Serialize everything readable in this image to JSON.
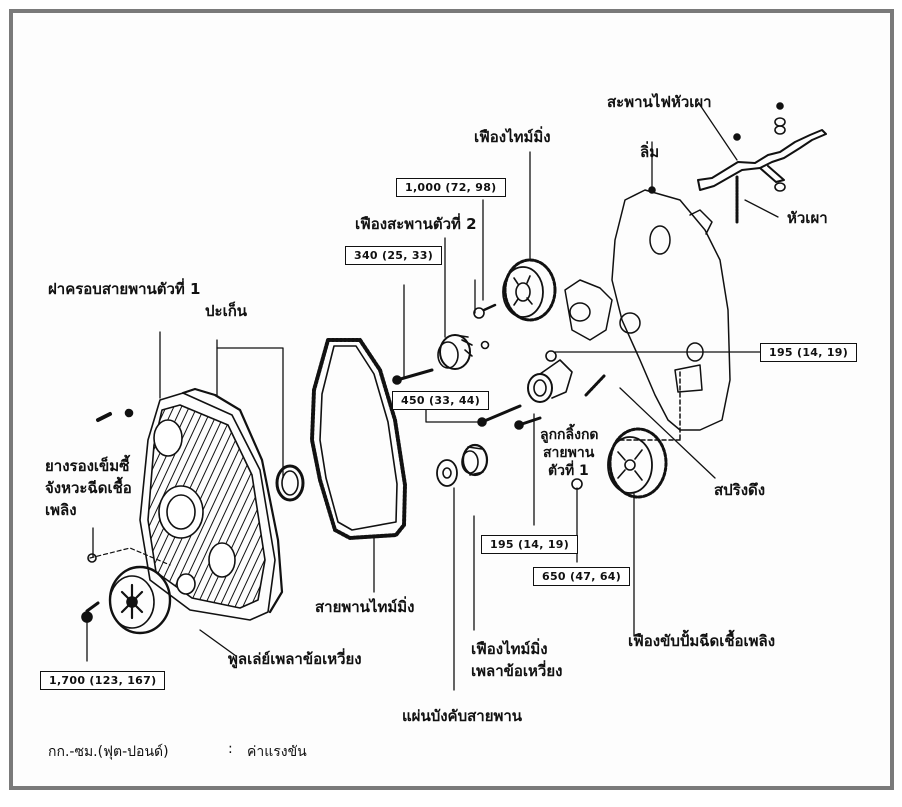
{
  "diagram": {
    "title": "Timing belt components (exploded view)",
    "labels": {
      "glow_plug_bus_bar": "สะพานไฟหัวเผา",
      "shim": "ลิ่ม",
      "glow_plug": "หัวเผา",
      "camshaft_timing_gear": "เฟืองไทม์มิ่ง",
      "idler_pulley_2": "เฟืองสะพานตัวที่ 2",
      "timing_belt_cover_1": "ฝาครอบสายพานตัวที่ 1",
      "gasket": "ปะเก็น",
      "injection_pipe_grommet_line1": "ยางรองเข็มซี้",
      "injection_pipe_grommet_line2": "จังหวะฉีดเชื้อ",
      "injection_pipe_grommet_line3": "เพลิง",
      "tensioner_line1": "ลูกกลิ้งกด",
      "tensioner_line2": "สายพาน",
      "tensioner_line3": "ตัวที่ 1",
      "tension_spring": "สปริงดึง",
      "timing_belt": "สายพานไทม์มิ่ง",
      "crankshaft_pulley": "พูลเล่ย์เพลาข้อเหวี่ยง",
      "crankshaft_timing_gear_line1": "เฟืองไทม์มิ่ง",
      "crankshaft_timing_gear_line2": "เพลาข้อเหวี่ยง",
      "belt_guide": "แผ่นบังคับสายพาน",
      "injection_pump_drive_gear": "เฟืองขับปั้มฉีดเชื้อเพลิง"
    },
    "torque_specs": {
      "camshaft_gear_bolt": "1,000 (72, 98)",
      "idler_bolt_340": "340 (25, 33)",
      "tensioner_bolt_450": "450 (33, 44)",
      "bracket_bolt_195_right": "195 (14, 19)",
      "tensioner_bolt_195": "195 (14, 19)",
      "pump_gear_nut_650": "650 (47, 64)",
      "crank_pulley_bolt": "1,700 (123, 167)"
    },
    "legend": {
      "units": "กก.-ซม.(ฟุต-ปอนด์)",
      "separator": ":",
      "meaning": "ค่าแรงขัน"
    }
  }
}
